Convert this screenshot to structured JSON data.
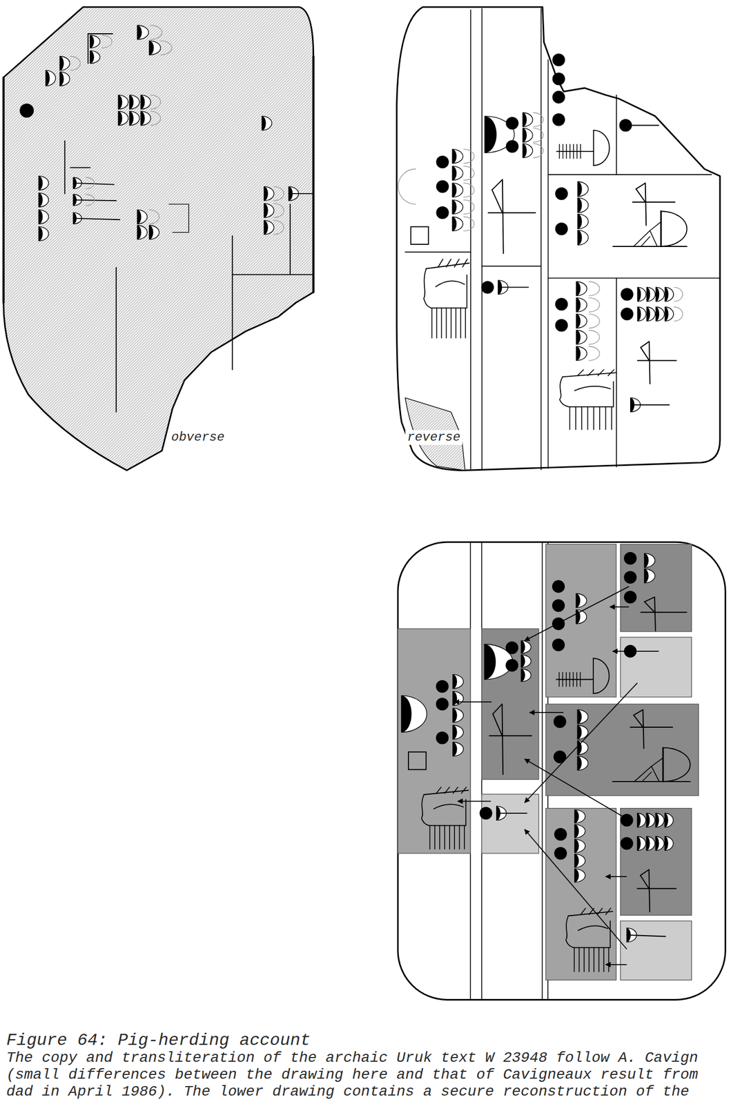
{
  "diagram": {
    "title": "Figure 64: Pig-herding account",
    "caption": "The copy and transliteration of the archaic Uruk text W 23948 follow A. Cavign (small differences between the drawing here and that of Cavigneaux result from dad in April 1986). The lower drawing contains a secure reconstruction of the",
    "nodes": [
      {
        "text": [
          "obverse"
        ]
      },
      {
        "text": [
          "reverse"
        ]
      }
    ]
  }
}
